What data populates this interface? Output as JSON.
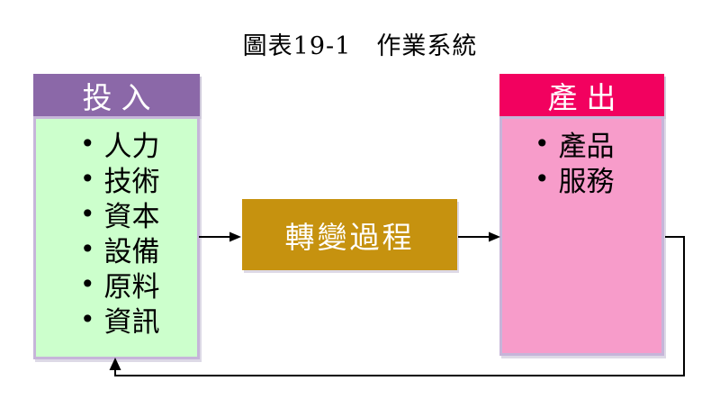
{
  "title": "圖表19-1　作業系統",
  "colors": {
    "header_purple": "#8B68A8",
    "body_green": "#CCFFCC",
    "process_gold": "#C6920F",
    "header_magenta": "#F2015F",
    "body_pink": "#F79CCA",
    "box_border_lavender": "#C6B5D9",
    "arrow_black": "#000000",
    "text_black": "#000000",
    "text_white": "#FFFFFF"
  },
  "input_box": {
    "header": "投入",
    "bullet": "•",
    "items": [
      "人力",
      "技術",
      "資本",
      "設備",
      "原料",
      "資訊"
    ]
  },
  "process_box": {
    "label": "轉變過程"
  },
  "output_box": {
    "header": "產出",
    "bullet": "•",
    "items": [
      "產品",
      "服務"
    ]
  }
}
